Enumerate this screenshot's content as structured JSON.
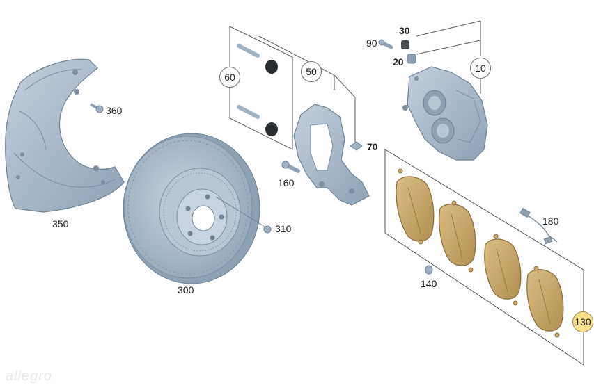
{
  "labels": {
    "l10": "10",
    "l20": "20",
    "l30": "30",
    "l50": "50",
    "l60": "60",
    "l70": "70",
    "l90": "90",
    "l130": "130",
    "l140": "140",
    "l160": "160",
    "l180": "180",
    "l300": "300",
    "l310": "310",
    "l350": "350",
    "l360": "360"
  },
  "watermark": "allegro",
  "colors": {
    "metal": "#a9b9c8",
    "metal_dark": "#7d8fa1",
    "pad": "#c9a96b",
    "pad_dark": "#9b7b43",
    "highlight": "#fce08c"
  }
}
